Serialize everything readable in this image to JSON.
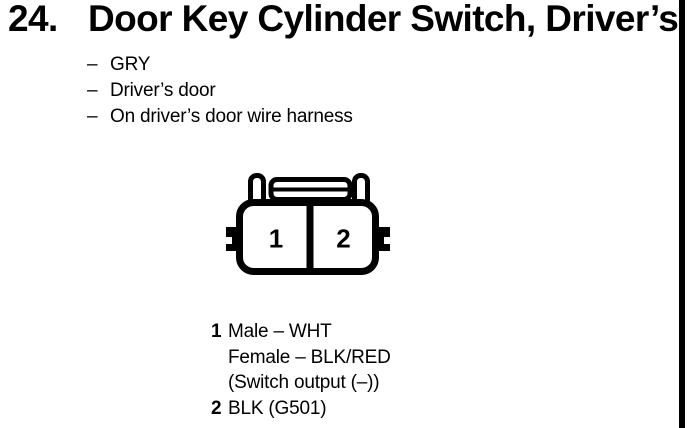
{
  "colors": {
    "ink": "#000000",
    "paper": "#ffffff"
  },
  "header": {
    "section_number": "24.",
    "title": "Door Key Cylinder Switch, Driver’s"
  },
  "details": {
    "dash": "–",
    "items": [
      "GRY",
      "Driver’s door",
      "On driver’s door wire harness"
    ]
  },
  "connector": {
    "cavity_labels": [
      "1",
      "2"
    ]
  },
  "pin_table": {
    "pins": [
      {
        "number": "1",
        "lines": [
          "Male – WHT",
          "Female – BLK/RED",
          "(Switch output (–))"
        ]
      },
      {
        "number": "2",
        "lines": [
          "BLK (G501)"
        ]
      }
    ]
  }
}
